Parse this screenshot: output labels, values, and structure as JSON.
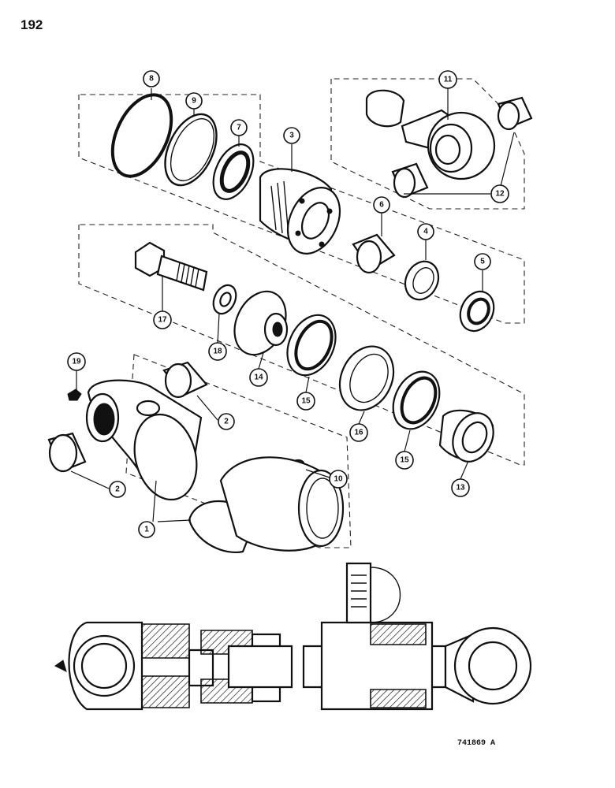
{
  "page": {
    "number": "192"
  },
  "drawing": {
    "id": "741869 A"
  },
  "callouts": [
    {
      "label": "8",
      "part": "ring"
    },
    {
      "label": "9",
      "part": "ring"
    },
    {
      "label": "7",
      "part": "seal"
    },
    {
      "label": "3",
      "part": "gland"
    },
    {
      "label": "11",
      "part": "rod-eye-assembly"
    },
    {
      "label": "12",
      "part": "bushing"
    },
    {
      "label": "6",
      "part": "bushing"
    },
    {
      "label": "4",
      "part": "ring"
    },
    {
      "label": "5",
      "part": "seal"
    },
    {
      "label": "17",
      "part": "bolt"
    },
    {
      "label": "18",
      "part": "washer"
    },
    {
      "label": "14",
      "part": "spacer"
    },
    {
      "label": "15",
      "part": "seal"
    },
    {
      "label": "16",
      "part": "ring"
    },
    {
      "label": "15",
      "part": "seal"
    },
    {
      "label": "13",
      "part": "piston"
    },
    {
      "label": "19",
      "part": "grease-fitting"
    },
    {
      "label": "2",
      "part": "bushing"
    },
    {
      "label": "2",
      "part": "bushing"
    },
    {
      "label": "10",
      "part": "screw"
    },
    {
      "label": "1",
      "part": "barrel"
    }
  ]
}
